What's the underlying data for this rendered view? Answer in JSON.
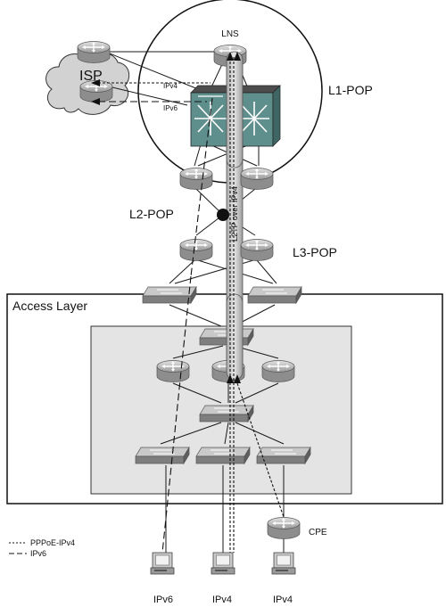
{
  "colors": {
    "device_light": "#d6d6d6",
    "device_mid": "#a8a8a8",
    "device_dark": "#707070",
    "switch_teal": "#5f8f8c",
    "cloud_fill": "#d0d0d0",
    "access_bg": "#e3e3e3",
    "tunnel": "#c7c7c7",
    "link": "#1a1a1a"
  },
  "labels": {
    "isp": "ISP",
    "lns": "LNS",
    "l1_pop": "L1-POP",
    "l2_pop": "L2-POP",
    "l3_pop": "L3-POP",
    "access_layer": "Access Layer",
    "tunnel": "L2TP over IPv4",
    "isp_ipv4": "IPv4",
    "isp_ipv6": "IPv6",
    "cpe": "CPE"
  },
  "legend": {
    "pppoe_ipv4": "PPPoE-IPv4",
    "ipv6": "IPv6"
  },
  "hosts": [
    {
      "label": "IPv6"
    },
    {
      "label": "IPv4"
    },
    {
      "label": "IPv4"
    }
  ],
  "icons": {
    "router": "router-icon",
    "switch": "switch-icon",
    "multilayer_switch": "multilayer-switch-icon",
    "host": "workstation-icon",
    "cloud": "cloud-icon"
  }
}
